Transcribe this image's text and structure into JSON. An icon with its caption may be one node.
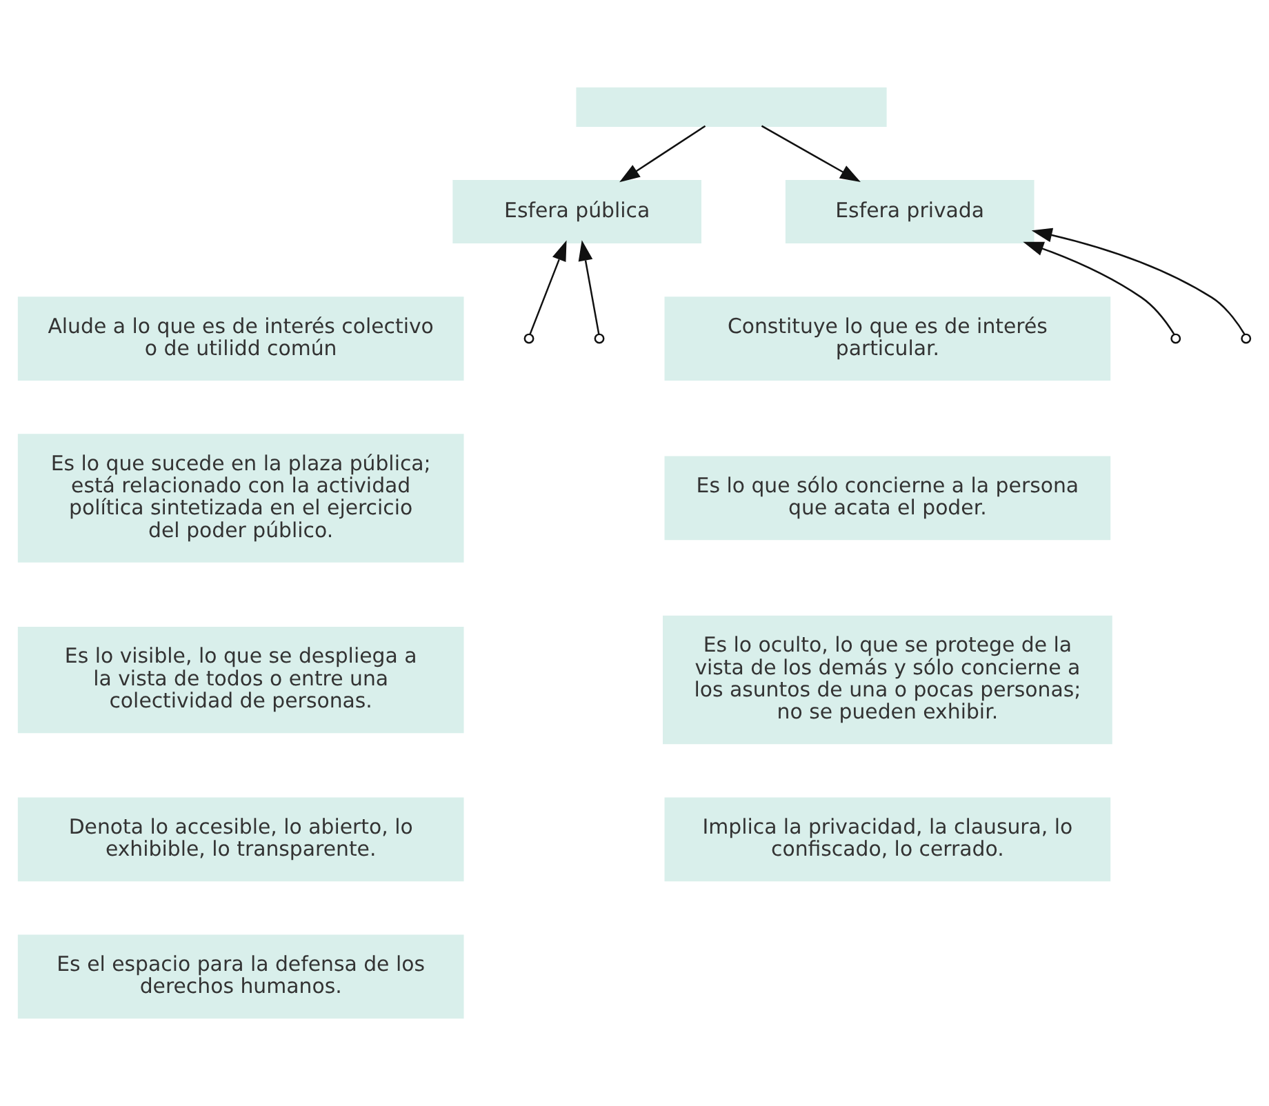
{
  "diagram": {
    "nodes": [
      {
        "text": [],
        "shape": "box"
      },
      {
        "text": [
          "Esfera pública"
        ]
      },
      {
        "text": [
          "Esfera privada"
        ]
      },
      {
        "text": [
          "Alude a lo que es de interés colectivo o de utilidd común"
        ]
      },
      {
        "text": [
          "Es lo que sucede en la plaza pública; está relacionado con la actividad política sintetizada en el ejercicio del poder público."
        ]
      },
      {
        "text": [
          "Es lo visible, lo que se despliega a la vista de todos o entre una colectividad de personas."
        ]
      },
      {
        "text": [
          "Denota lo accesible, lo abierto, lo exhibible, lo transparente."
        ]
      },
      {
        "text": [
          "Es el espacio para la defensa de los derechos humanos."
        ]
      },
      {
        "text": [
          "Constituye lo que es de interés particular."
        ]
      },
      {
        "text": [
          "Es lo que sólo concierne a la persona que acata el poder."
        ]
      },
      {
        "text": [
          "Es lo oculto, lo que se protege de la vista de los demás y sólo concierne a los asuntos de una o pocas personas; no se pueden exhibir."
        ]
      },
      {
        "text": [
          "Implica la privacidad, la clausura, lo confiscado, lo cerrado."
        ]
      }
    ],
    "edges": [
      {
        "from": 0,
        "to": 1,
        "arrow": "to"
      },
      {
        "from": 0,
        "to": 2,
        "arrow": "to"
      },
      {
        "from": null,
        "to": 1,
        "arrow": "to"
      },
      {
        "from": null,
        "to": 1,
        "arrow": "to"
      },
      {
        "from": null,
        "to": 2,
        "arrow": "to"
      },
      {
        "from": null,
        "to": 2,
        "arrow": "to"
      }
    ]
  }
}
